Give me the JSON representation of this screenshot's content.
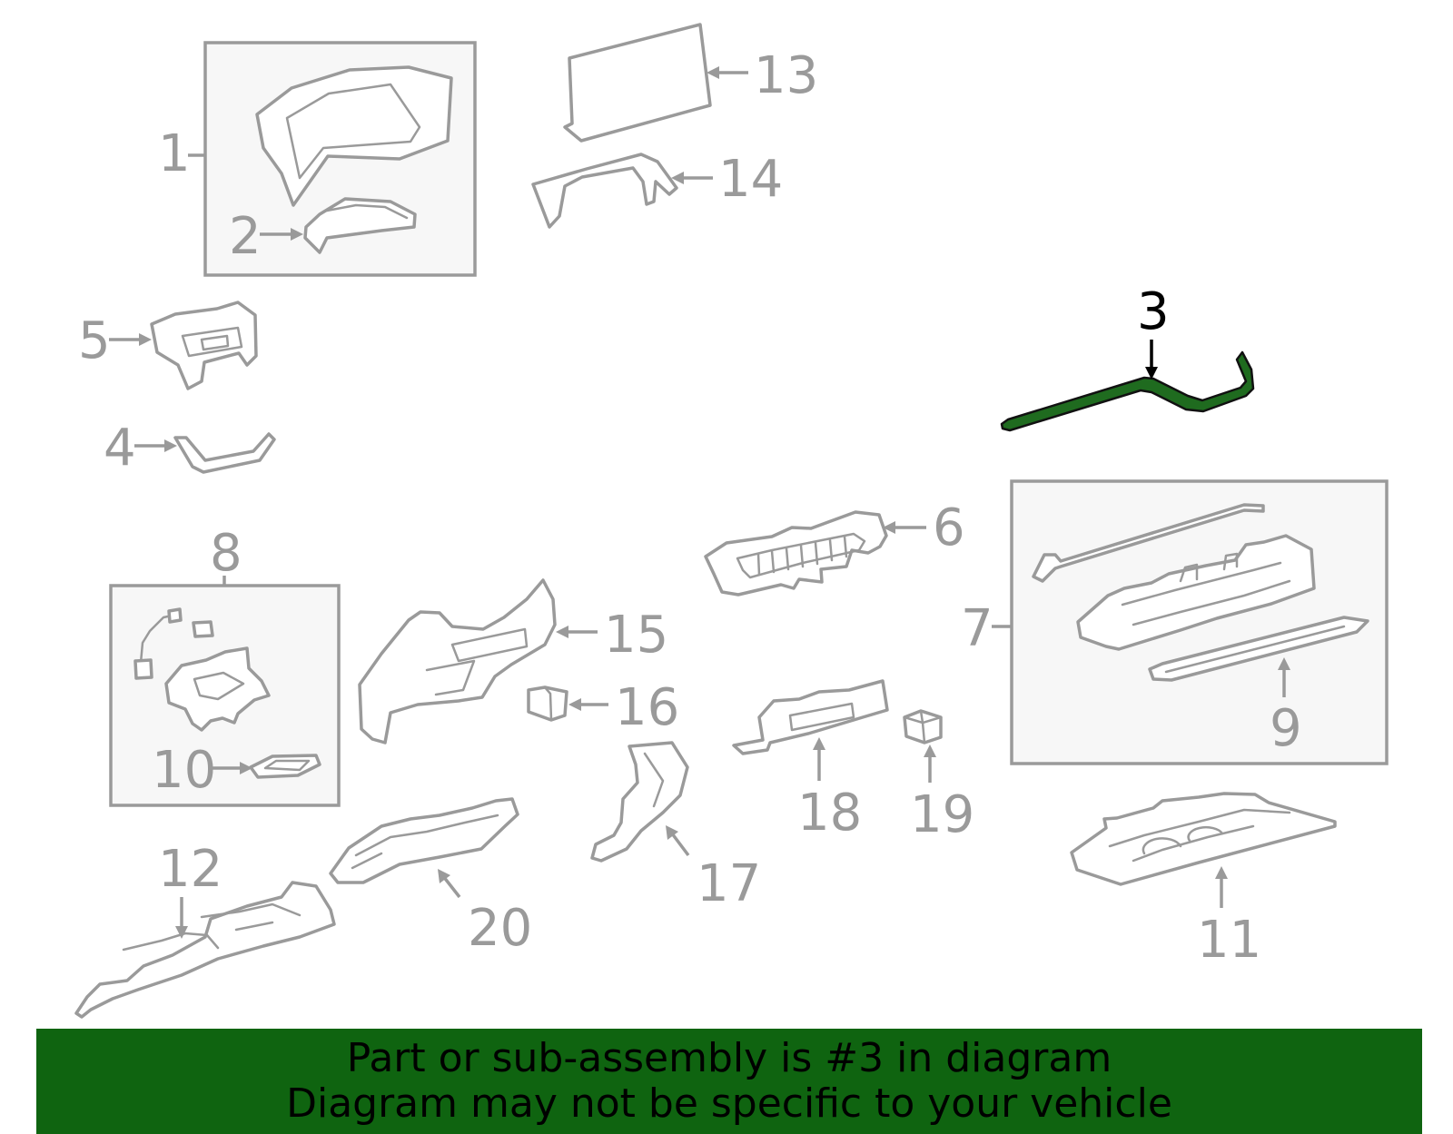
{
  "diagram": {
    "highlight_color": "#1f6b1f",
    "part_color": "#9a9a9a",
    "callouts": {
      "c1": "1",
      "c2": "2",
      "c3": "3",
      "c4": "4",
      "c5": "5",
      "c6": "6",
      "c7": "7",
      "c8": "8",
      "c9": "9",
      "c10": "10",
      "c11": "11",
      "c12": "12",
      "c13": "13",
      "c14": "14",
      "c15": "15",
      "c16": "16",
      "c17": "17",
      "c18": "18",
      "c19": "19",
      "c20": "20"
    }
  },
  "banner": {
    "background": "#0f6410",
    "line1": "Part or sub-assembly is #3 in diagram",
    "line2": "Diagram may not be specific to your vehicle"
  }
}
